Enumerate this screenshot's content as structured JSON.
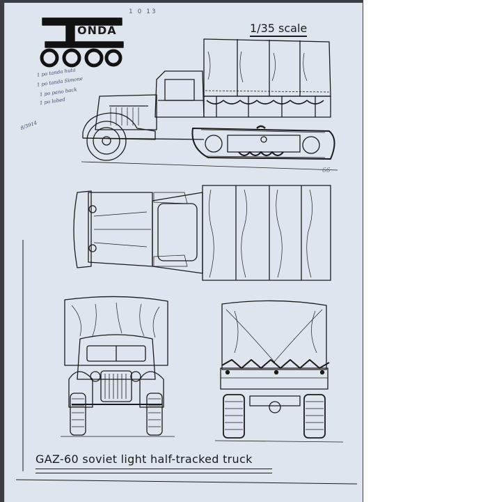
{
  "logo": {
    "text": "ONDA"
  },
  "scale_label": "1/35 scale",
  "ref_number": "1 0 13",
  "handwritten_notes": [
    "1 po tanda huta",
    "1 po tanda Simone",
    "1 po pano back",
    "1 po lobed"
  ],
  "handwritten_number": "8/3914",
  "page_mark": "66",
  "title": "GAZ-60  soviet light half-tracked truck"
}
